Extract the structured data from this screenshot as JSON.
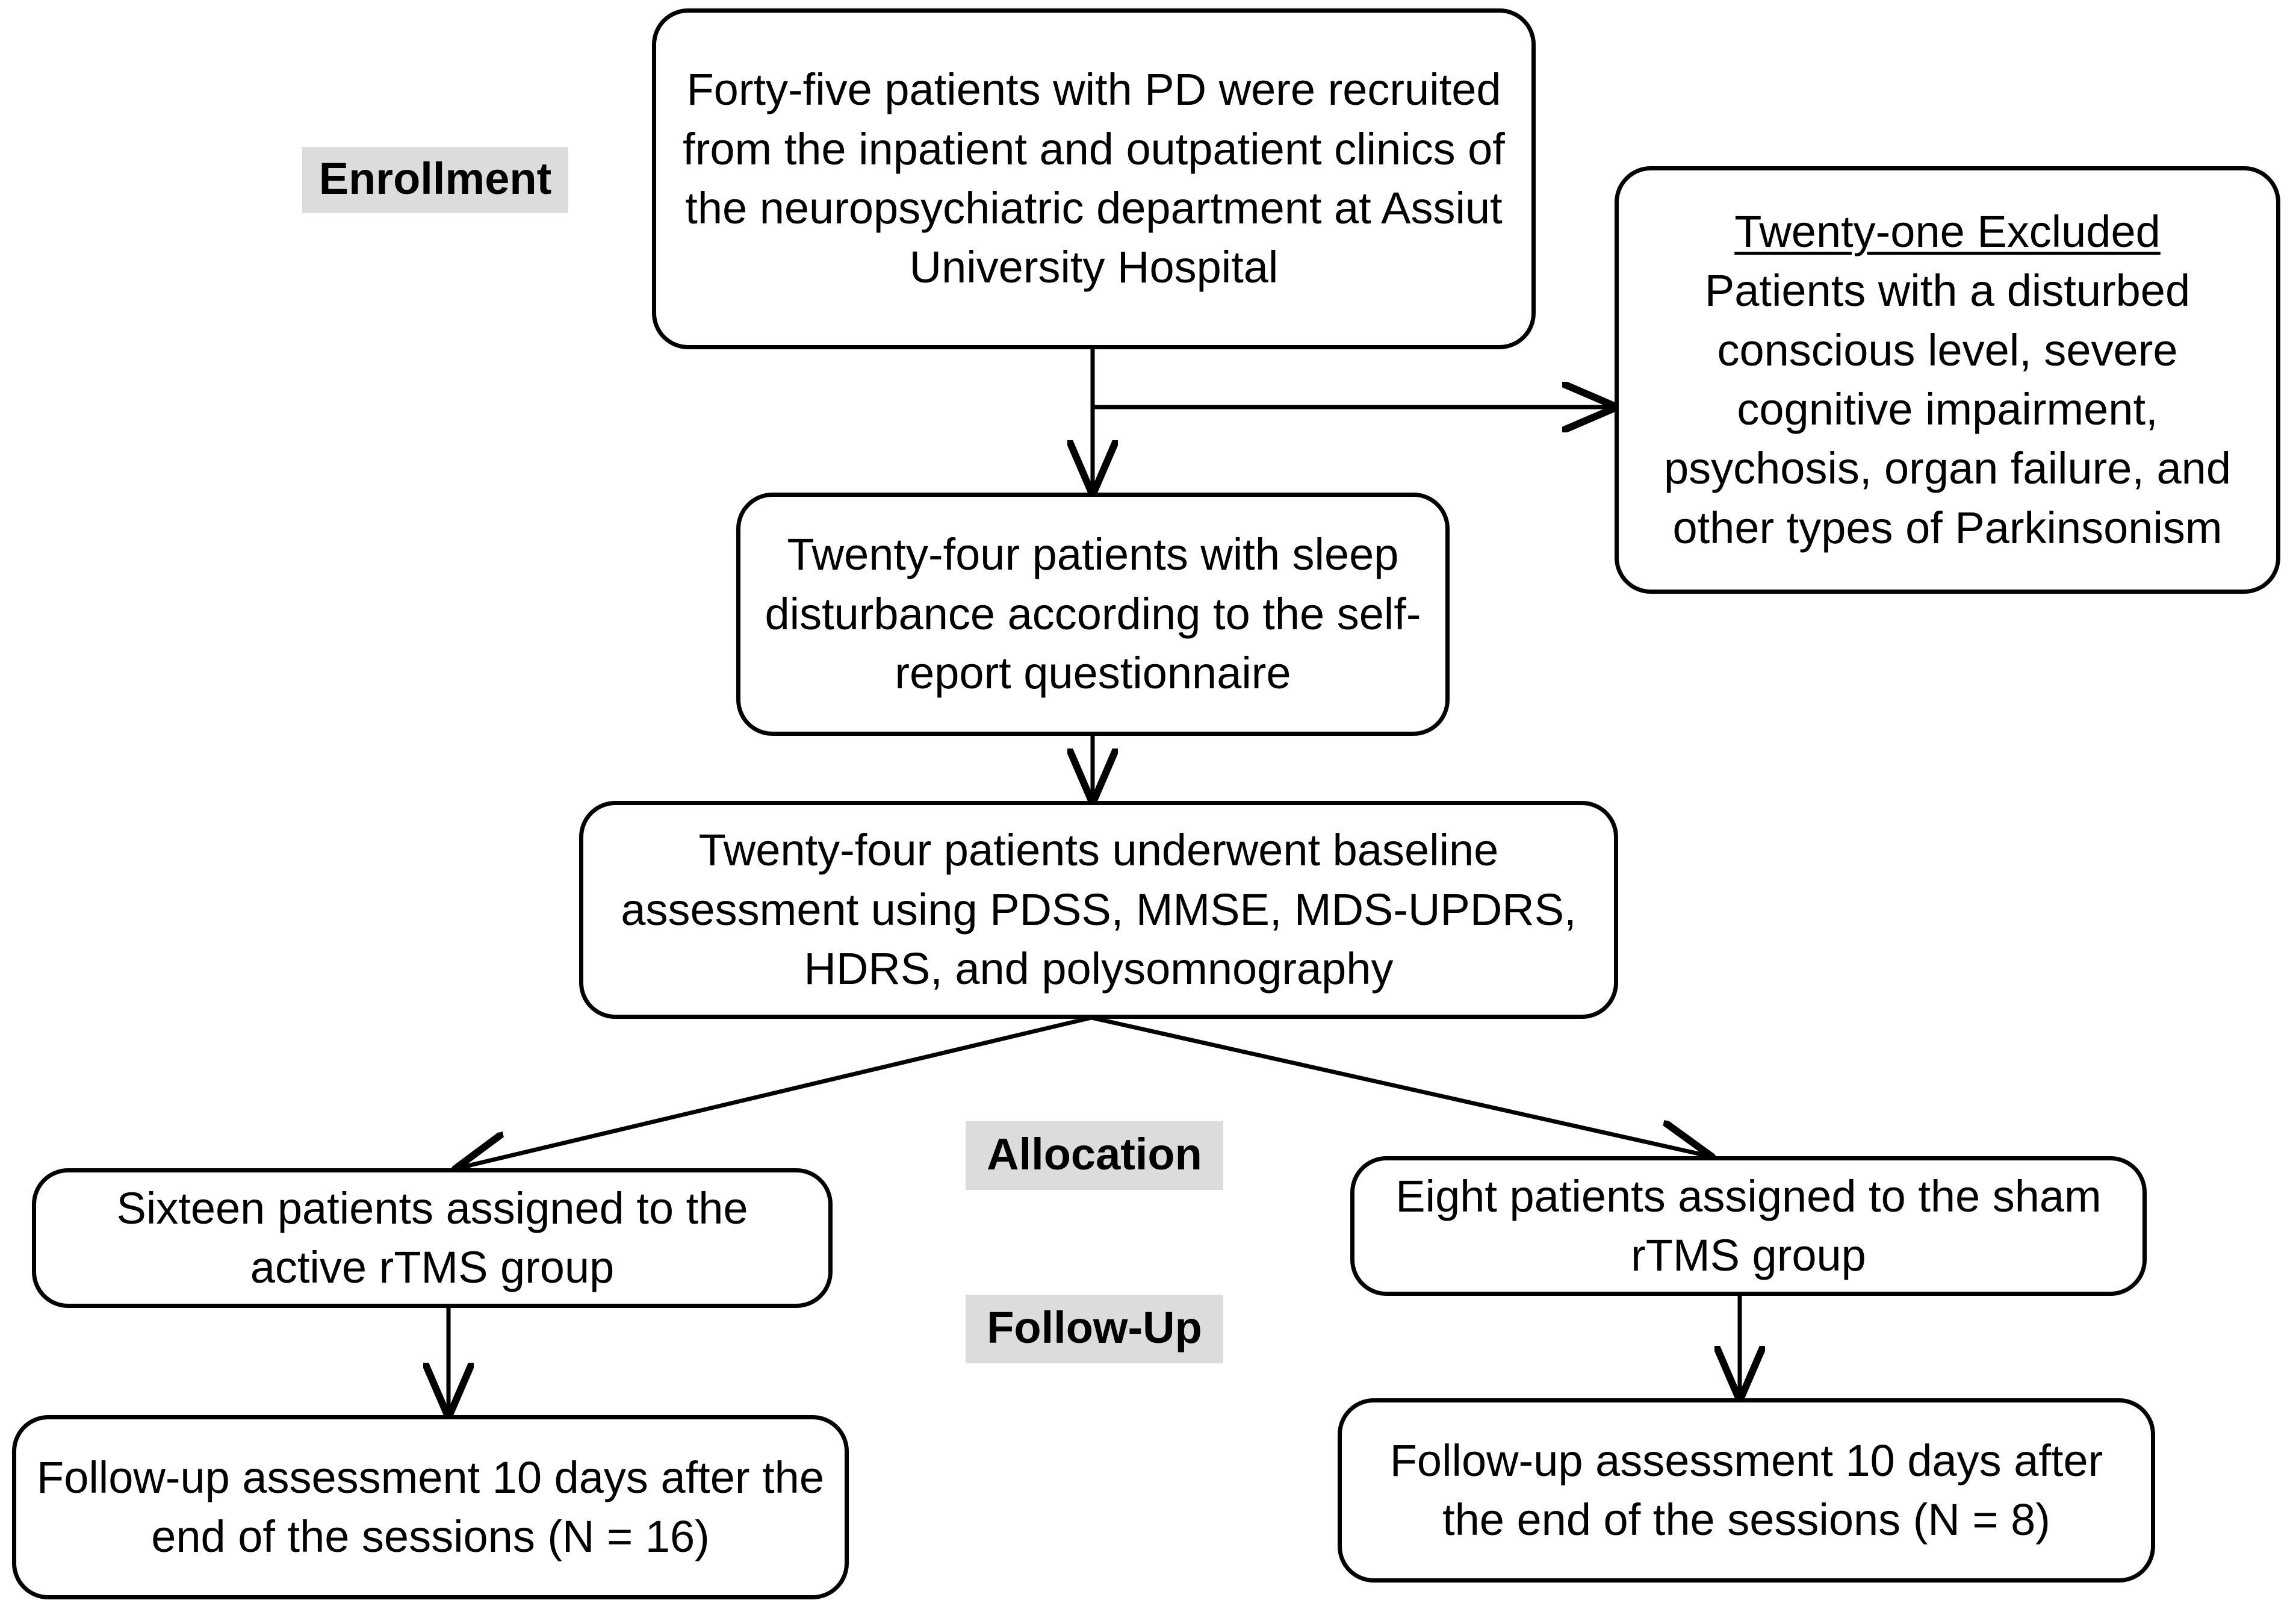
{
  "diagram": {
    "title": "CONSORT participant flow diagram",
    "colors": {
      "stage_label_background": "#dcdcdc",
      "box_border": "#000000",
      "box_fill": "#ffffff",
      "text": "#000000",
      "connector": "#000000"
    },
    "stage_labels": [
      {
        "id": "enrollment",
        "text": "Enrollment"
      },
      {
        "id": "allocation",
        "text": "Allocation"
      },
      {
        "id": "followup",
        "text": "Follow-Up"
      }
    ],
    "nodes": {
      "enrollment_box": {
        "text": "Forty-five patients with PD were recruited from the inpatient and outpatient clinics of the neuropsychiatric department at Assiut University Hospital"
      },
      "excluded_box": {
        "title": "Twenty-one Excluded",
        "body": "Patients with a disturbed conscious level, severe cognitive impairment, psychosis, organ failure, and other types of Parkinsonism"
      },
      "sleep_disturbance_box": {
        "text": "Twenty-four patients with sleep disturbance according to the self-report questionnaire"
      },
      "baseline_assessment_box": {
        "text": "Twenty-four patients underwent baseline assessment using PDSS, MMSE, MDS-UPDRS, HDRS, and polysomnography"
      },
      "active_group_box": {
        "text": "Sixteen patients assigned to the active rTMS group"
      },
      "sham_group_box": {
        "text": "Eight patients assigned to the sham rTMS group"
      },
      "active_followup_box": {
        "text": "Follow-up assessment 10 days after the end of the sessions (N = 16)"
      },
      "sham_followup_box": {
        "text": "Follow-up assessment 10 days after the end of the sessions (N = 8)"
      }
    }
  }
}
